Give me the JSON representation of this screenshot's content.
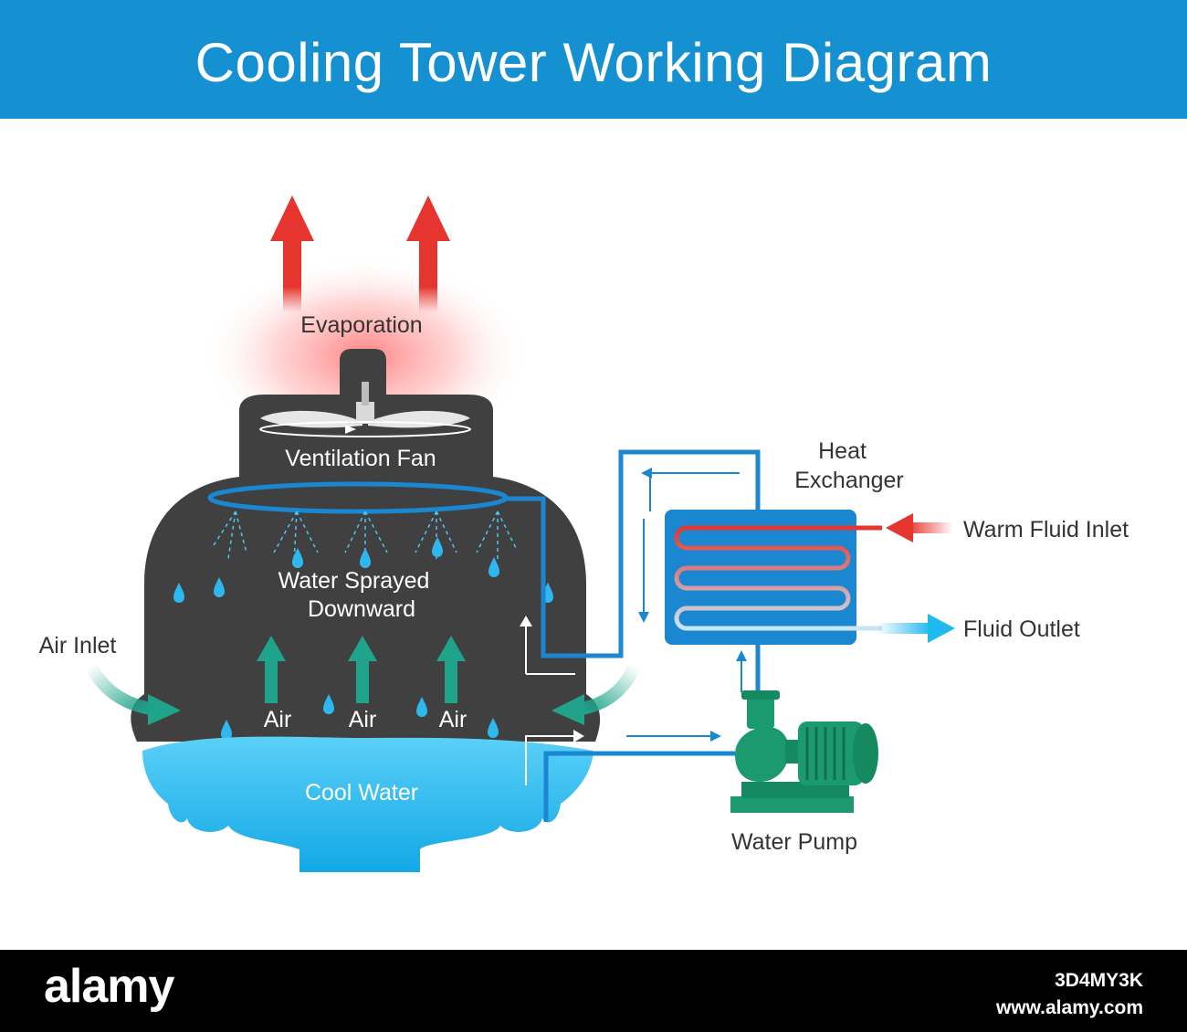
{
  "title": "Cooling Tower Working Diagram",
  "labels": {
    "evaporation": "Evaporation",
    "ventilation_fan": "Ventilation Fan",
    "water_sprayed_line1": "Water Sprayed",
    "water_sprayed_line2": "Downward",
    "air_inlet": "Air Inlet",
    "air": "Air",
    "cool_water": "Cool Water",
    "heat_exchanger_line1": "Heat",
    "heat_exchanger_line2": "Exchanger",
    "warm_fluid_inlet": "Warm Fluid Inlet",
    "fluid_outlet": "Fluid Outlet",
    "water_pump": "Water Pump"
  },
  "footer": {
    "brand": "alamy",
    "image_id": "3D4MY3K",
    "site": "www.alamy.com"
  },
  "colors": {
    "header": "#1591d1",
    "tower": "#404040",
    "water": "#1fb8ef",
    "pipe": "#1a87d0",
    "hot_arrow": "#e5352e",
    "air_arrow": "#1fa38a",
    "pump": "#1a9a6e"
  }
}
